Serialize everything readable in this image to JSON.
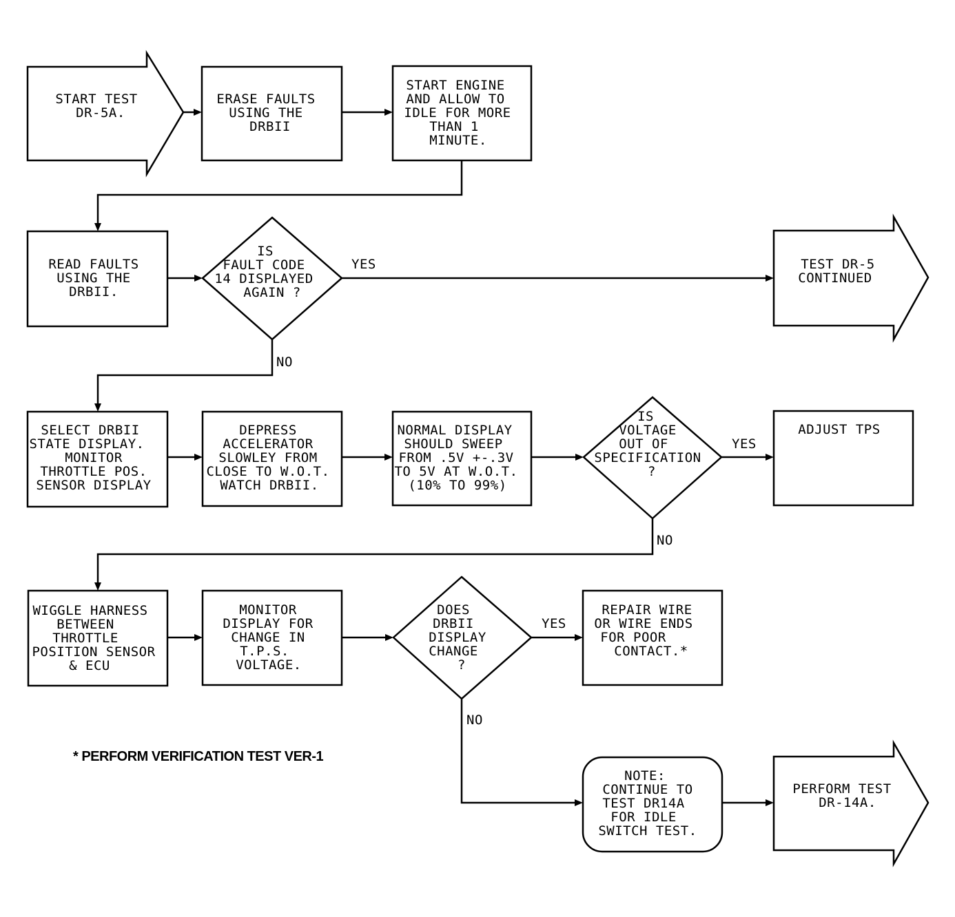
{
  "start": {
    "lines": [
      "START TEST",
      "DR-5A."
    ]
  },
  "erase_faults": {
    "lines": [
      "ERASE FAULTS",
      "USING THE",
      "DRBII"
    ]
  },
  "start_engine": {
    "lines": [
      "START ENGINE",
      "AND ALLOW TO",
      "IDLE FOR MORE",
      "THAN 1",
      "MINUTE."
    ]
  },
  "read_faults": {
    "lines": [
      "READ FAULTS",
      "USING THE",
      "DRBII."
    ]
  },
  "fault_code_decision": {
    "lines": [
      "IS",
      "FAULT CODE",
      "14 DISPLAYED",
      "AGAIN ?"
    ]
  },
  "test_dr5_continued": {
    "lines": [
      "TEST DR-5",
      "CONTINUED"
    ]
  },
  "select_drbii": {
    "lines": [
      "SELECT DRBII",
      "STATE DISPLAY.",
      "MONITOR",
      "THROTTLE POS.",
      "SENSOR DISPLAY"
    ]
  },
  "depress_accelerator": {
    "lines": [
      "DEPRESS",
      "ACCELERATOR",
      "SLOWLEY FROM",
      "CLOSE TO W.O.T.",
      "WATCH DRBII."
    ]
  },
  "normal_display": {
    "lines": [
      "NORMAL DISPLAY",
      "SHOULD SWEEP",
      "FROM .5V +-.3V",
      "TO 5V AT W.O.T.",
      "(10% TO 99%)"
    ]
  },
  "voltage_decision": {
    "lines": [
      "IS",
      "VOLTAGE",
      "OUT OF",
      "SPECIFICATION",
      "?"
    ]
  },
  "adjust_tps": {
    "lines": [
      "ADJUST TPS"
    ]
  },
  "wiggle_harness": {
    "lines": [
      "WIGGLE HARNESS",
      "BETWEEN",
      "THROTTLE",
      "POSITION SENSOR",
      "& ECU"
    ]
  },
  "monitor_display": {
    "lines": [
      "MONITOR",
      "DISPLAY FOR",
      "CHANGE IN",
      "T.P.S.",
      "VOLTAGE."
    ]
  },
  "drbii_change_decision": {
    "lines": [
      "DOES",
      "DRBII",
      "DISPLAY",
      "CHANGE",
      "?"
    ]
  },
  "repair_wire": {
    "lines": [
      "REPAIR WIRE",
      "OR WIRE ENDS",
      "FOR POOR",
      "CONTACT.*"
    ]
  },
  "note_continue": {
    "lines": [
      "NOTE:",
      "CONTINUE TO",
      "TEST DR14A",
      "FOR IDLE",
      "SWITCH TEST."
    ]
  },
  "perform_dr14a": {
    "lines": [
      "PERFORM TEST",
      "DR-14A."
    ]
  },
  "labels": {
    "yes": "YES",
    "no": "NO"
  },
  "footnote": "* PERFORM VERIFICATION TEST VER-1"
}
